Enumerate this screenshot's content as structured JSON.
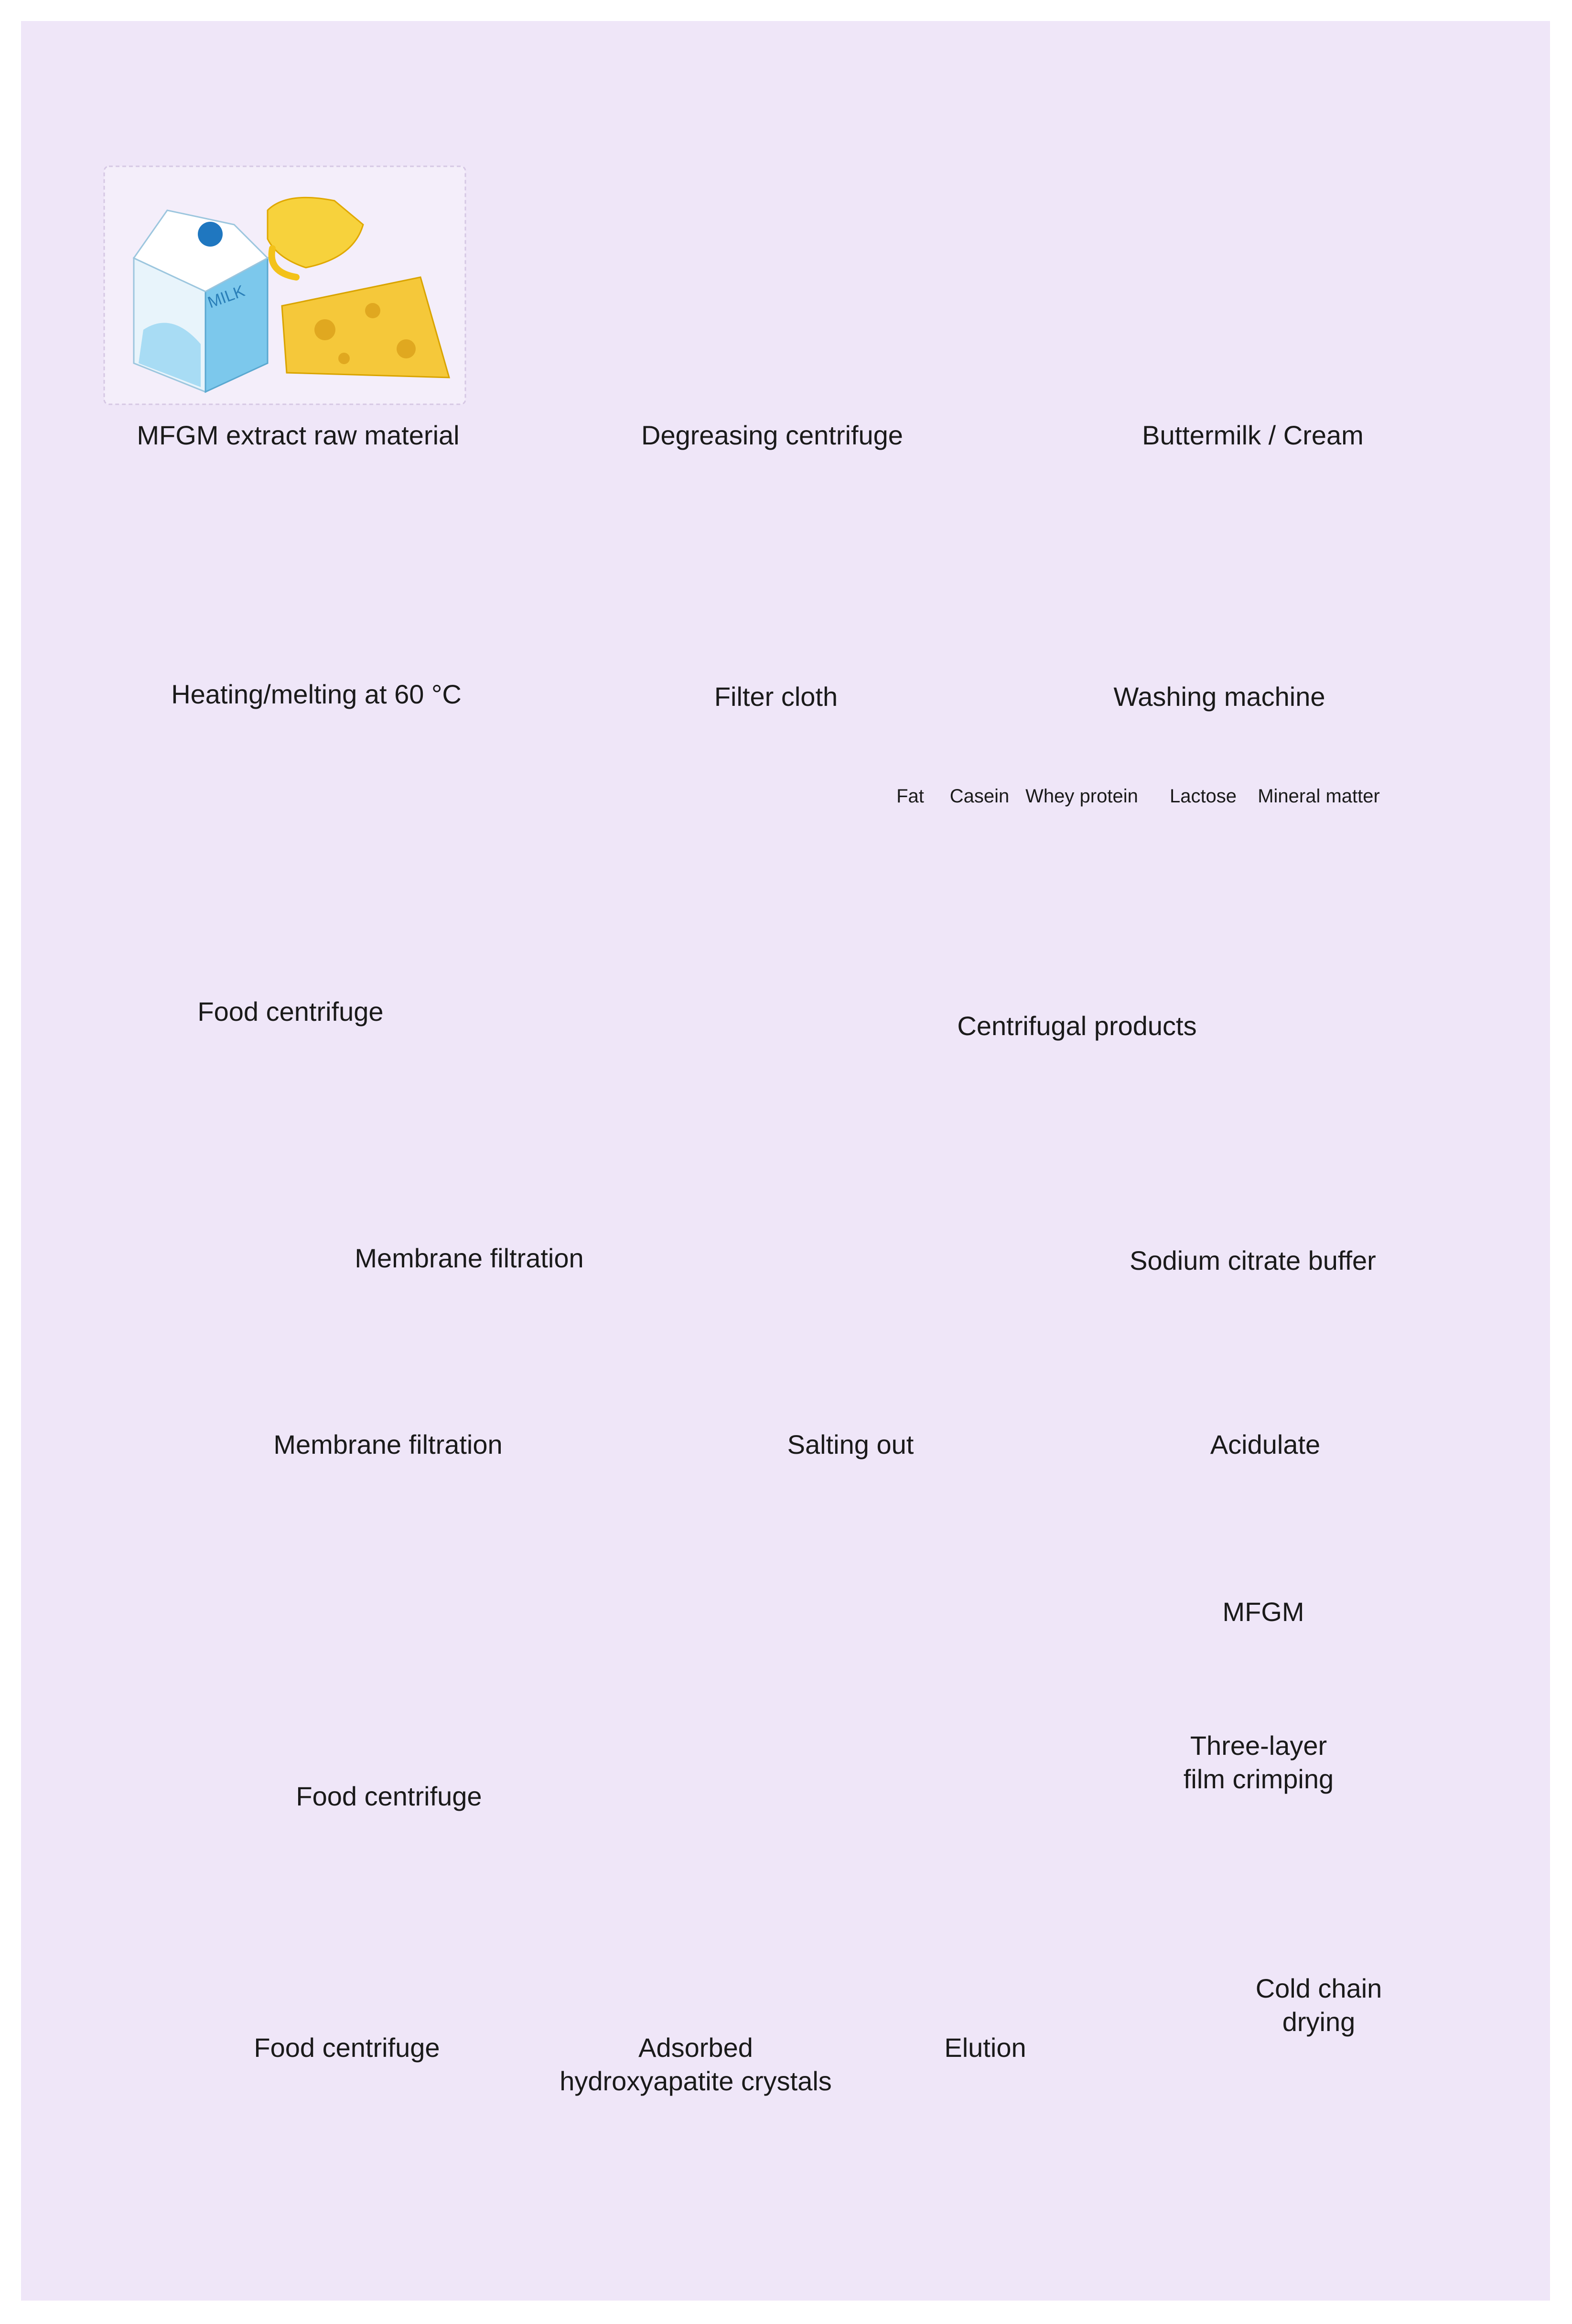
{
  "labels": {
    "mfgm_raw": "MFGM extract raw material",
    "degreasing": "Degreasing centrifuge",
    "buttermilk": "Buttermilk / Cream",
    "heating": "Heating/melting at 60 °C",
    "filter_cloth": "Filter cloth",
    "washing": "Washing machine",
    "food_centrifuge_1": "Food centrifuge",
    "centrifugal_products": "Centrifugal products",
    "membrane_filtration_1": "Membrane filtration",
    "sodium_citrate": "Sodium citrate buffer",
    "membrane_filtration_2": "Membrane filtration",
    "salting_out": "Salting out",
    "acidulate": "Acidulate",
    "food_centrifuge_2": "Food centrifuge",
    "mfgm": "MFGM",
    "three_layer_1": "Three-layer",
    "three_layer_2": "film crimping",
    "food_centrifuge_3": "Food centrifuge",
    "adsorbed_1": "Adsorbed",
    "adsorbed_2": "hydroxyapatite crystals",
    "elution": "Elution",
    "cold_chain_1": "Cold chain",
    "cold_chain_2": "drying",
    "milk_text": "MILK"
  },
  "legend": {
    "fat": "Fat",
    "casein": "Casein",
    "whey": "Whey protein",
    "lactose": "Lactose",
    "mineral": "Mineral matter"
  },
  "colors": {
    "background": "#efe6f8",
    "arrow": "#b48cc8",
    "fat": "#f5c400",
    "casein": "#9fd0f0",
    "whey": "#4cc0b0",
    "lactose": "#f09070",
    "mineral": "#e8e8e8",
    "steel": "#a8a8ae"
  }
}
